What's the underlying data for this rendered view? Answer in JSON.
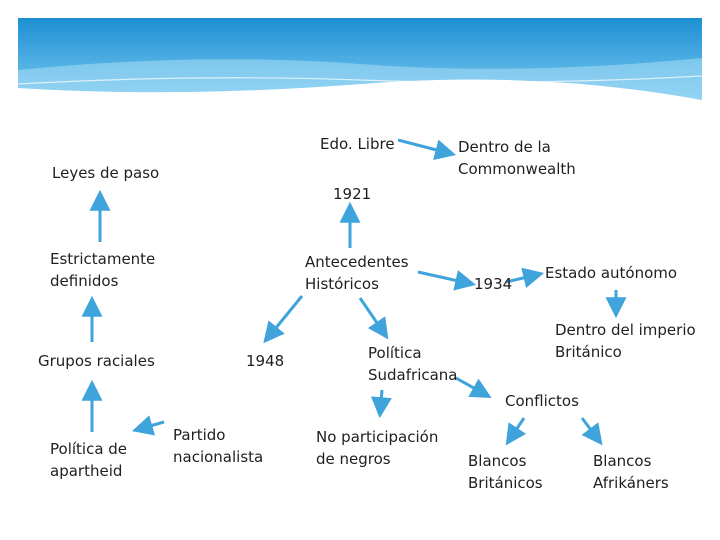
{
  "colors": {
    "banner_dark": "#1b8fd3",
    "banner_light": "#7ccaf0",
    "connector": "#3fa3dc",
    "text": "#1f1f1f"
  },
  "nodes": {
    "edo_libre": "Edo. Libre",
    "dentro_commonwealth": "Dentro de la\nCommonwealth",
    "leyes_de_paso": "Leyes de paso",
    "year_1921": "1921",
    "estrictamente_definidos": "Estrictamente\ndefinidos",
    "antecedentes_historicos": "Antecedentes\nHistóricos",
    "year_1934": "1934",
    "estado_autonomo": "Estado autónomo",
    "dentro_imperio": "Dentro del imperio\nBritánico",
    "grupos_raciales": "Grupos raciales",
    "year_1948": "1948",
    "politica_sudafricana": "Política\nSudafricana",
    "conflictos": "Conflictos",
    "politica_apartheid": "Política de\napartheid",
    "partido_nacionalista": "Partido\nnacionalista",
    "no_participacion": "No participación\nde negros",
    "blancos_britanicos": "Blancos\nBritánicos",
    "blancos_afrikaners": "Blancos\nAfrikáners"
  }
}
